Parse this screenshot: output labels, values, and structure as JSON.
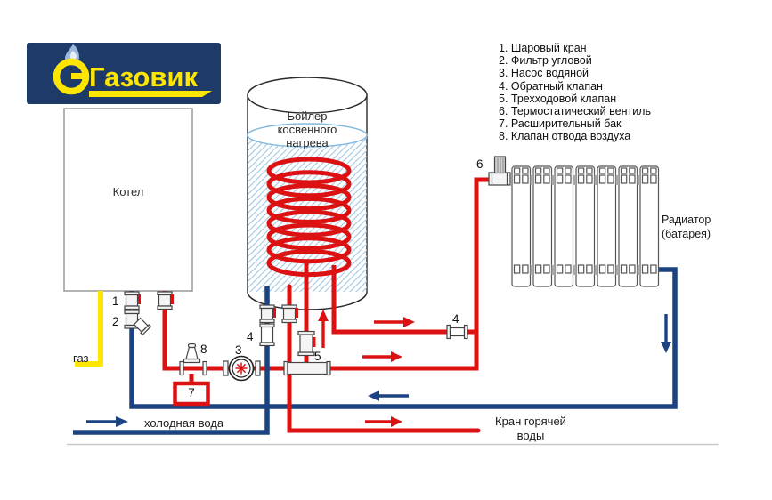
{
  "logo": {
    "monogram": "G",
    "brand": "Газовик"
  },
  "legend": {
    "items": [
      "1. Шаровый кран",
      "2. Фильтр угловой",
      "3. Насос водяной",
      "4. Обратный клапан",
      "5. Трехходовой клапан",
      "6. Термостатический вентиль",
      "7. Расширительный бак",
      "8. Клапан отвода воздуха"
    ]
  },
  "labels": {
    "boiler": "Котел",
    "tank": [
      "Бойлер",
      "косвенного",
      "нагрева"
    ],
    "radiator": [
      "Радиатор",
      "(батарея)"
    ],
    "gas": "газ",
    "cold_water": "холодная вода",
    "hot_tap": [
      "Кран горячей",
      "воды"
    ]
  },
  "markers": {
    "ball_valve": "1",
    "filter": "2",
    "pump": "3",
    "check_valve_lower": "4",
    "check_valve_right": "4",
    "three_way": "5",
    "thermo": "6",
    "tank": "7",
    "vent": "8"
  },
  "colors": {
    "hot_pipe": "#dc1212",
    "cold_pipe": "#1b4281",
    "gas_pipe": "#ffe600",
    "hatch": "#a9cde8",
    "water_line": "#84b9de",
    "logo_bg": "#1e3a69",
    "logo_yellow": "#ffe600",
    "component": "#444444",
    "frame_line": "#c9c9c9"
  }
}
